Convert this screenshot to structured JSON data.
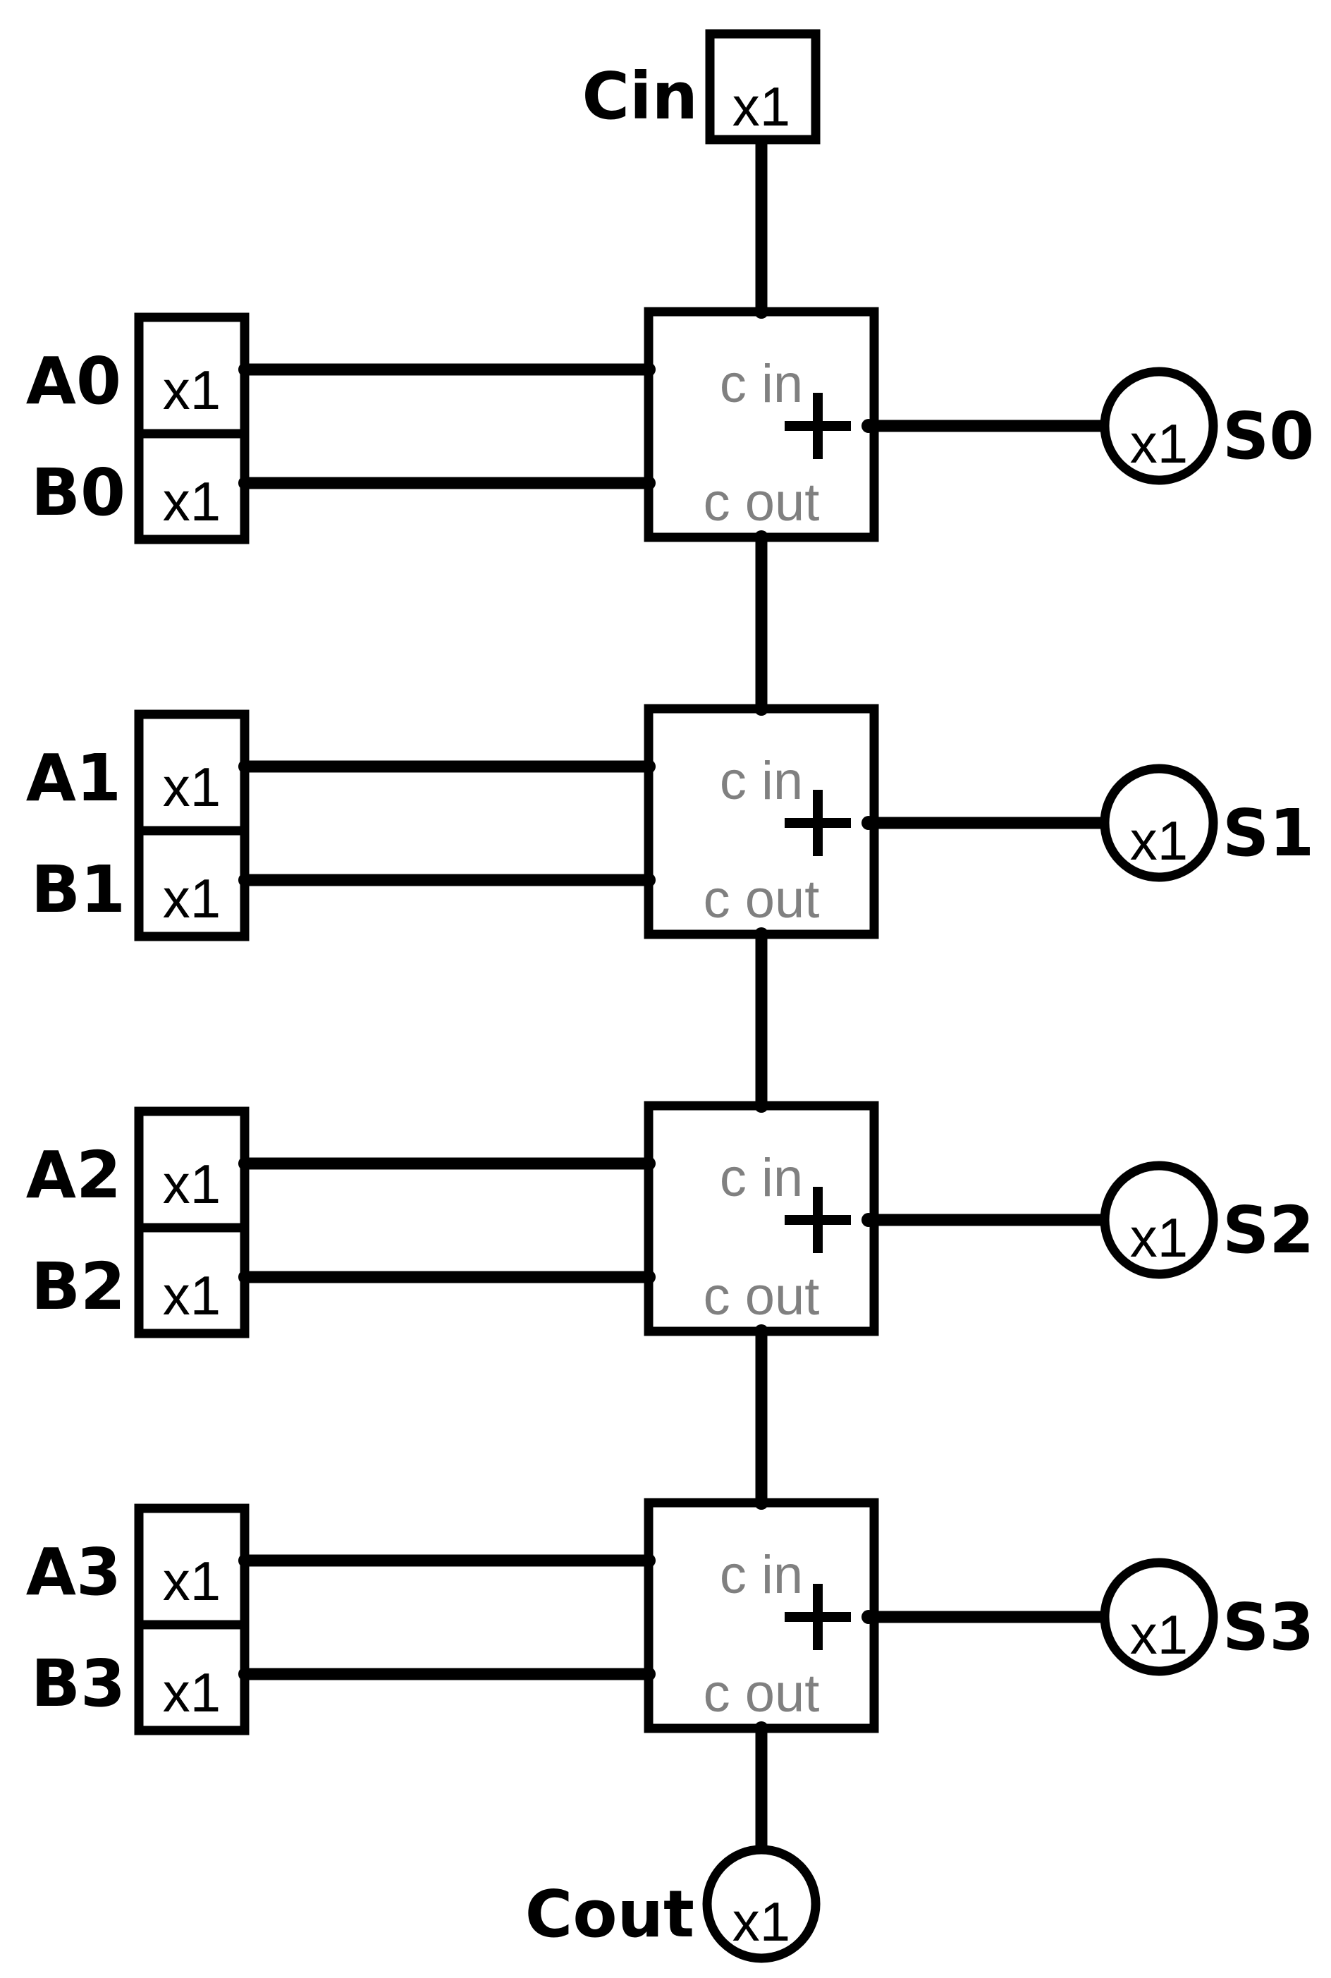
{
  "carry_in": {
    "label": "Cin",
    "marker": "x1"
  },
  "carry_out": {
    "label": "Cout",
    "marker": "x1"
  },
  "adders": [
    {
      "a": {
        "label": "A0",
        "marker": "x1"
      },
      "b": {
        "label": "B0",
        "marker": "x1"
      },
      "s": {
        "label": "S0",
        "marker": "x1"
      },
      "carry_in_label": "c in",
      "carry_out_label": "c out",
      "symbol": "plus-icon"
    },
    {
      "a": {
        "label": "A1",
        "marker": "x1"
      },
      "b": {
        "label": "B1",
        "marker": "x1"
      },
      "s": {
        "label": "S1",
        "marker": "x1"
      },
      "carry_in_label": "c in",
      "carry_out_label": "c out",
      "symbol": "plus-icon"
    },
    {
      "a": {
        "label": "A2",
        "marker": "x1"
      },
      "b": {
        "label": "B2",
        "marker": "x1"
      },
      "s": {
        "label": "S2",
        "marker": "x1"
      },
      "carry_in_label": "c in",
      "carry_out_label": "c out",
      "symbol": "plus-icon"
    },
    {
      "a": {
        "label": "A3",
        "marker": "x1"
      },
      "b": {
        "label": "B3",
        "marker": "x1"
      },
      "s": {
        "label": "S3",
        "marker": "x1"
      },
      "carry_in_label": "c in",
      "carry_out_label": "c out",
      "symbol": "plus-icon"
    }
  ]
}
